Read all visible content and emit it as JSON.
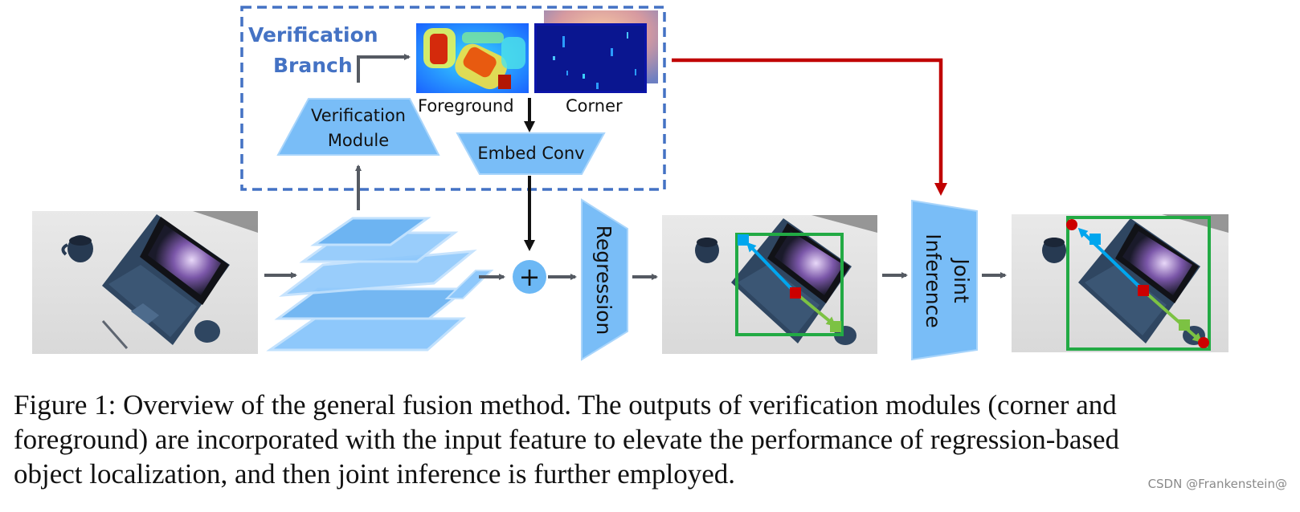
{
  "diagram": {
    "branch_title_line1": "Verification",
    "branch_title_line2": "Branch",
    "foreground_label": "Foreground",
    "corner_label": "Corner",
    "verification_module_line1": "Verification",
    "verification_module_line2": "Module",
    "embed_conv_label": "Embed Conv",
    "plus_symbol": "+",
    "regression_label": "Regression",
    "joint_inference_line1": "Joint",
    "joint_inference_line2": "Inference"
  },
  "caption": {
    "line1": "Figure 1: Overview of the general fusion method. The outputs of verification modules (corner and",
    "line2": "foreground) are incorporated with the input feature to elevate the performance of regression-based",
    "line3": "object localization, and then joint inference is further employed."
  },
  "watermark": "CSDN @Frankenstein@",
  "colors": {
    "branch_border": "#4472c4",
    "module_fill": "#79bdf7",
    "feature_fill": "#8ec8fb",
    "red_arrow": "#c00000",
    "box_green": "#22aa44",
    "corner_blue": "#00a6ee",
    "corner_red": "#cc0000"
  }
}
